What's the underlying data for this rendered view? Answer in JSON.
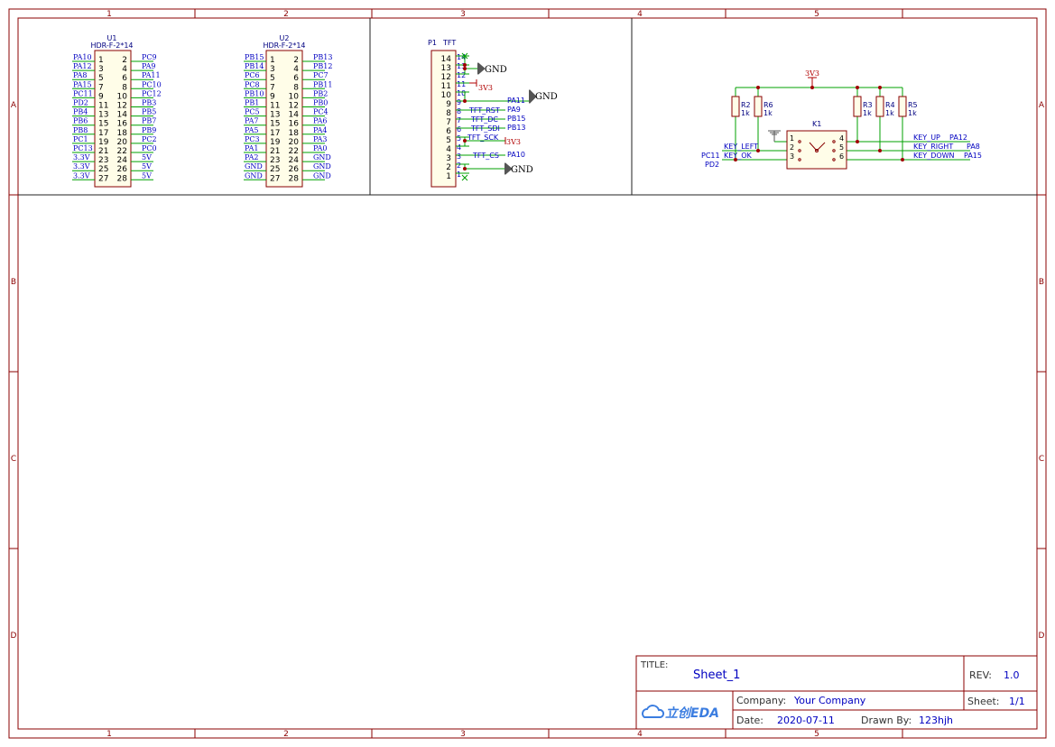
{
  "frame": {
    "col_labels": [
      "1",
      "2",
      "3",
      "4",
      "5"
    ],
    "row_labels": [
      "A",
      "B",
      "C",
      "D"
    ]
  },
  "title_block": {
    "title_label": "TITLE:",
    "title_value": "Sheet_1",
    "rev_label": "REV:",
    "rev_value": "1.0",
    "company_label": "Company:",
    "company_value": "Your Company",
    "sheet_label": "Sheet:",
    "sheet_value": "1/1",
    "date_label": "Date:",
    "date_value": "2020-07-11",
    "drawn_label": "Drawn By:",
    "drawn_value": "123hjh",
    "logo_text": "立创EDA"
  },
  "u1": {
    "ref": "U1",
    "value": "HDR-F-2*14",
    "left_nets": [
      "PA10",
      "PA12",
      "PA8",
      "PA15",
      "PC11",
      "PD2",
      "PB4",
      "PB6",
      "PB8",
      "PC1",
      "PC13",
      "3.3V",
      "3.3V",
      "3.3V"
    ],
    "right_nets": [
      "PC9",
      "PA9",
      "PA11",
      "PC10",
      "PC12",
      "PB3",
      "PB5",
      "PB7",
      "PB9",
      "PC2",
      "PC0",
      "5V",
      "5V",
      "5V"
    ],
    "left_pins": [
      "1",
      "3",
      "5",
      "7",
      "9",
      "11",
      "13",
      "15",
      "17",
      "19",
      "21",
      "23",
      "25",
      "27"
    ],
    "right_pins": [
      "2",
      "4",
      "6",
      "8",
      "10",
      "12",
      "14",
      "16",
      "18",
      "20",
      "22",
      "24",
      "26",
      "28"
    ]
  },
  "u2": {
    "ref": "U2",
    "value": "HDR-F-2*14",
    "left_nets": [
      "PB15",
      "PB14",
      "PC6",
      "PC8",
      "PB10",
      "PB1",
      "PC5",
      "PA7",
      "PA5",
      "PC3",
      "PA1",
      "PA2",
      "GND",
      "GND"
    ],
    "right_nets": [
      "PB13",
      "PB12",
      "PC7",
      "PB11",
      "PB2",
      "PB0",
      "PC4",
      "PA6",
      "PA4",
      "PA3",
      "PA0",
      "GND",
      "GND",
      "GND"
    ],
    "left_pins": [
      "1",
      "3",
      "5",
      "7",
      "9",
      "11",
      "13",
      "15",
      "17",
      "19",
      "21",
      "23",
      "25",
      "27"
    ],
    "right_pins": [
      "2",
      "4",
      "6",
      "8",
      "10",
      "12",
      "14",
      "16",
      "18",
      "20",
      "22",
      "24",
      "26",
      "28"
    ]
  },
  "p1": {
    "ref": "P1",
    "value": "TFT",
    "pins_outer": [
      "14",
      "13",
      "12",
      "11",
      "10",
      "9",
      "8",
      "7",
      "6",
      "5",
      "4",
      "3",
      "2",
      "1"
    ],
    "pins_inner": [
      "14",
      "13",
      "12",
      "11",
      "10",
      "9",
      "8",
      "7",
      "6",
      "5",
      "4",
      "3",
      "2",
      "1"
    ],
    "gnd_top": "GND",
    "v3_label": "3V3",
    "pa11": "PA11",
    "gnd_mid": "GND",
    "tft_rst": "TFT_RST",
    "pa9": "PA9",
    "tft_dc": "TFT_DC",
    "pb15": "PB15",
    "tft_sdi": "TFT_SDI",
    "pb13": "PB13",
    "tft_sck": "TFT_SCK",
    "v3_sck": "3V3",
    "tft_cs": "TFT_CS",
    "pa10": "PA10",
    "gnd_bot": "GND"
  },
  "keys": {
    "power": "3V3",
    "resistors": [
      {
        "ref": "R2",
        "value": "1k"
      },
      {
        "ref": "R6",
        "value": "1k"
      },
      {
        "ref": "R3",
        "value": "1k"
      },
      {
        "ref": "R4",
        "value": "1k"
      },
      {
        "ref": "R5",
        "value": "1k"
      }
    ],
    "switch_ref": "K1",
    "switch_pins": [
      "1",
      "2",
      "3",
      "4",
      "5",
      "6"
    ],
    "key_left": "KEY_LEFT",
    "key_ok": "KEY_OK",
    "pc11": "PC11",
    "pd2": "PD2",
    "key_up": "KEY_UP",
    "pa12": "PA12",
    "key_right": "KEY_RIGHT",
    "pa8": "PA8",
    "key_down": "KEY_DOWN",
    "pa15": "PA15"
  },
  "colors": {
    "frame": "#8b0000",
    "wire": "#00a000",
    "netlabel": "#0000c0",
    "power": "#b00000",
    "body": "#880000",
    "text": "#000000"
  }
}
